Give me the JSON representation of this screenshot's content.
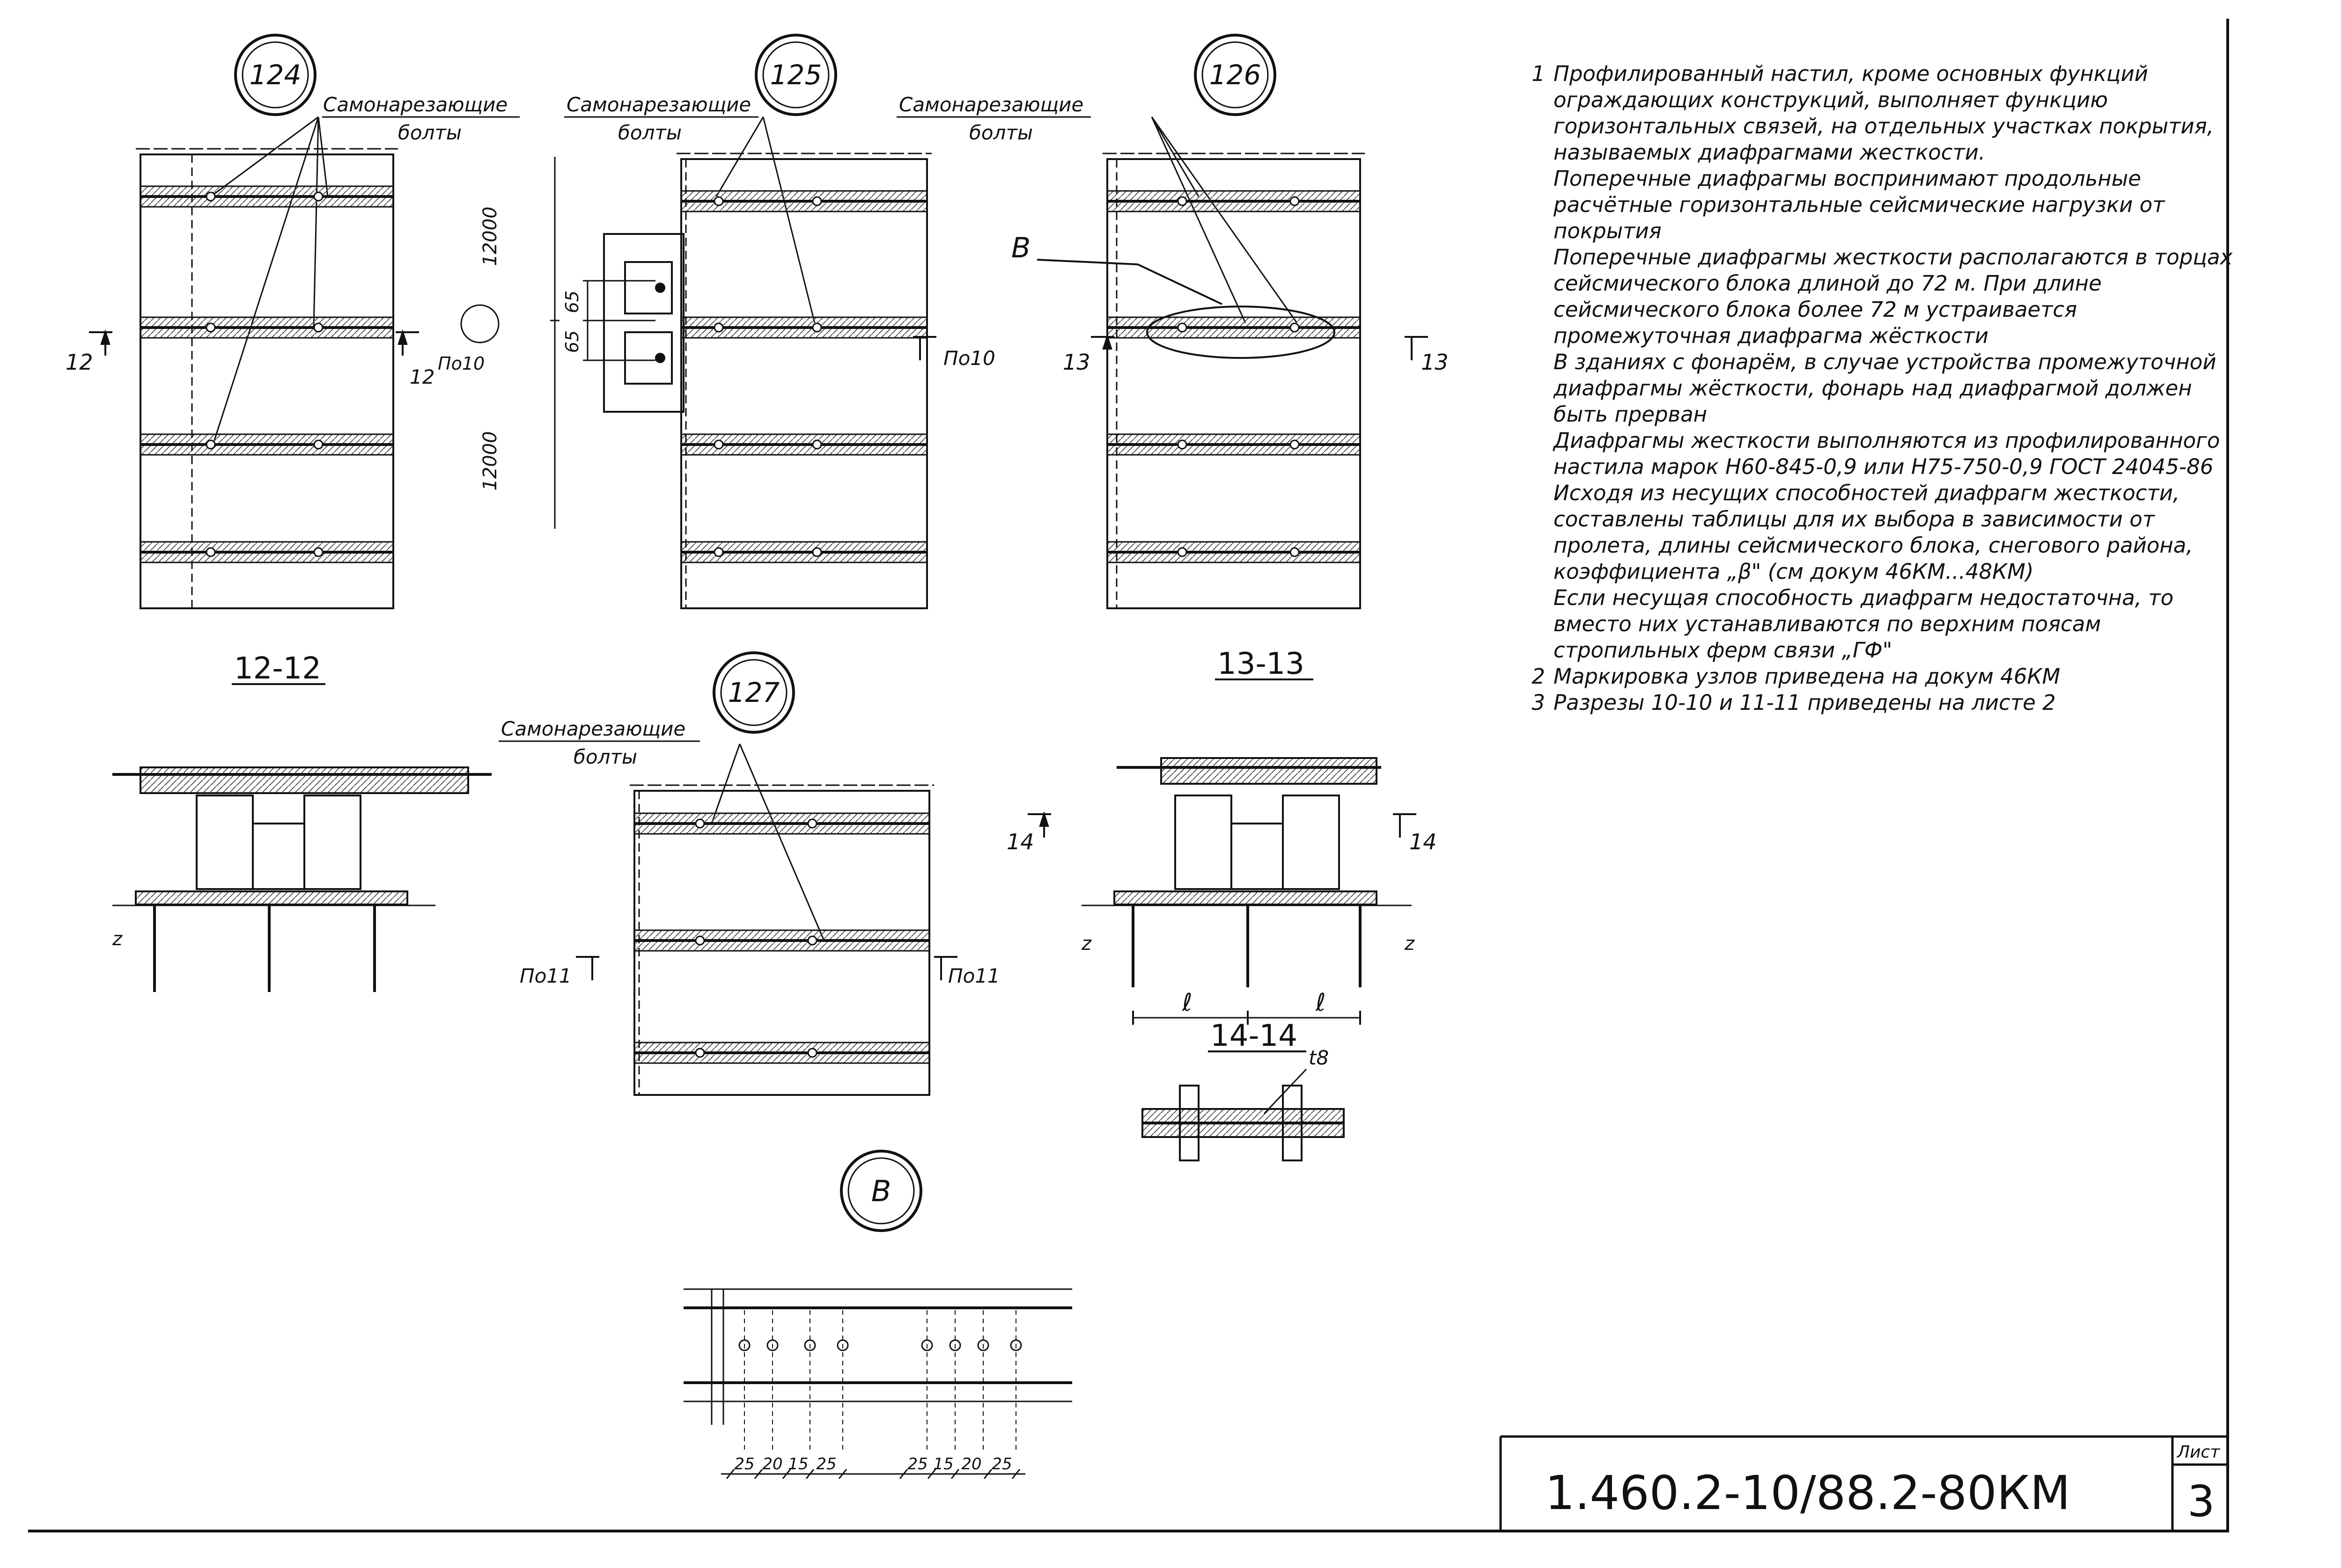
{
  "nodes": {
    "n124": "124",
    "n125": "125",
    "n126": "126",
    "n127": "127",
    "nB": "В"
  },
  "labels": {
    "bolts_line1": "Самонарезающие",
    "bolts_line2": "болты",
    "po10": "По10",
    "po11": "По11",
    "sec12": "12",
    "sec13": "13",
    "sec14": "14",
    "b_marker": "В",
    "dim_12000": "12000",
    "dim_65": "65",
    "dim_l": "ℓ",
    "dim_z": "z",
    "t8": "t8",
    "dims_b": [
      "25",
      "20",
      "15",
      "25",
      "25",
      "15",
      "20",
      "25"
    ]
  },
  "sections": {
    "s12": "12-12",
    "s13": "13-13",
    "s14": "14-14"
  },
  "notes": [
    {
      "num": "1",
      "text": "Профилированный настил, кроме основных функций ограждающих конструкций, выполняет функцию горизонтальных связей, на отдельных участках покрытия, называемых диафрагмами жесткости."
    },
    {
      "num": "",
      "text": "Поперечные диафрагмы воспринимают продольные расчётные горизонтальные сейсмические нагрузки от покрытия"
    },
    {
      "num": "",
      "text": "Поперечные диафрагмы жесткости располагаются в торцах сейсмического блока длиной до 72 м. При длине сейсмического блока более 72 м устраивается промежуточная диафрагма жёсткости"
    },
    {
      "num": "",
      "text": "В зданиях с фонарём, в случае устройства промежуточной диафрагмы жёсткости, фонарь над диафрагмой должен быть прерван"
    },
    {
      "num": "",
      "text": "Диафрагмы жесткости выполняются из профилированного настила марок Н60-845-0,9 или Н75-750-0,9 ГОСТ 24045-86"
    },
    {
      "num": "",
      "text": "Исходя из несущих способностей диафрагм жесткости, составлены таблицы для их выбора в зависимости от пролета, длины сейсмического блока, снегового района, коэффициента „β\" (см докум 46КМ...48КМ)"
    },
    {
      "num": "",
      "text": "Если несущая способность диафрагм недостаточна, то вместо них устанавливаются по верхним поясам стропильных ферм связи „ГФ\""
    },
    {
      "num": "2",
      "text": "Маркировка узлов приведена на докум 46КМ"
    },
    {
      "num": "3",
      "text": "Разрезы 10-10 и 11-11 приведены на листе 2"
    }
  ],
  "title_block": {
    "code": "1.460.2-10/88.2-80КМ",
    "sheet_label": "Лист",
    "sheet_number": "3"
  }
}
